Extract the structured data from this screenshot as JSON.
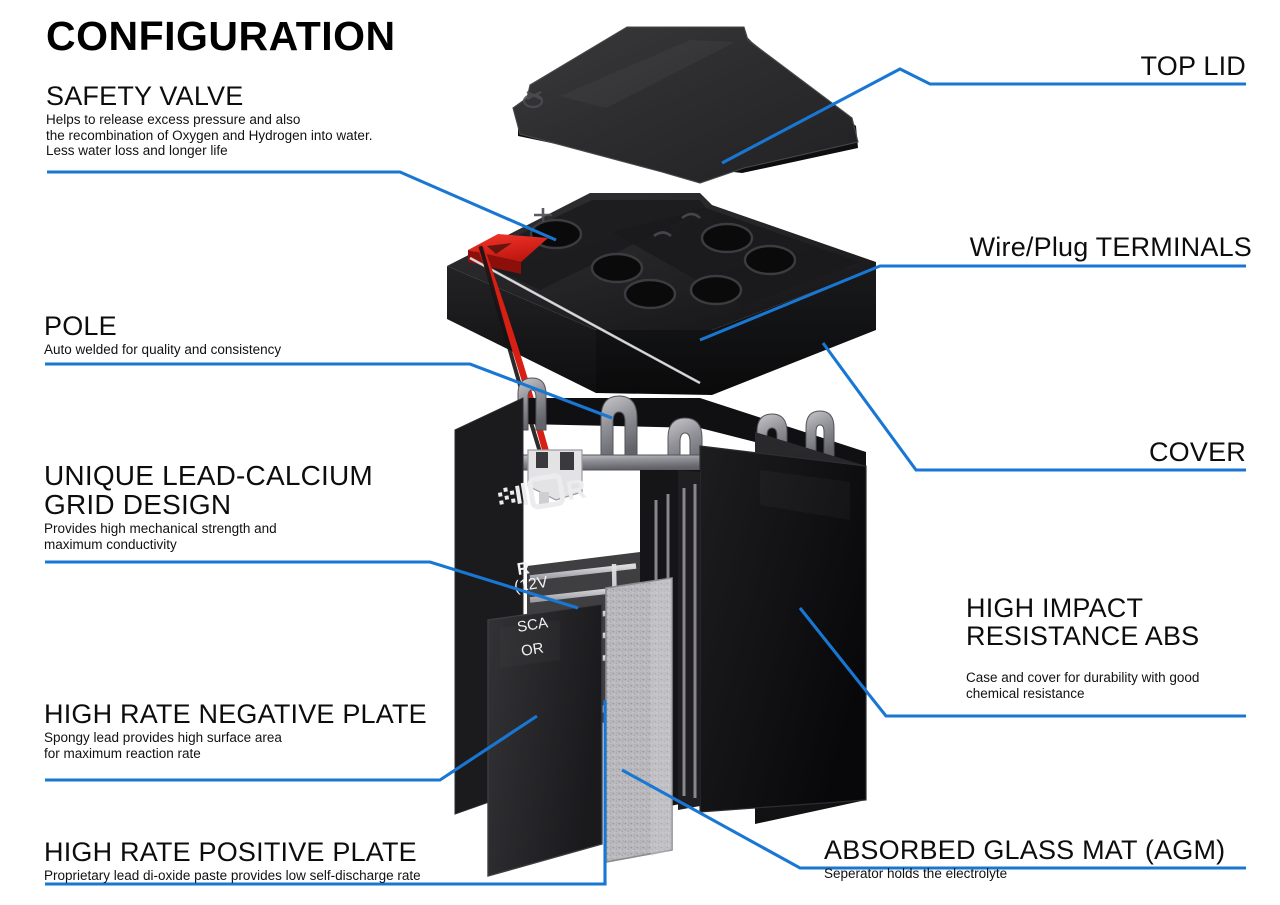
{
  "page_title": "CONFIGURATION",
  "accent_color": "#1977d4",
  "callouts": [
    {
      "id": "safety-valve",
      "title": "SAFETY VALVE",
      "desc": "Helps to release excess pressure and also\nthe recombination of Oxygen and Hydrogen into water.\nLess water loss and longer life"
    },
    {
      "id": "pole",
      "title": "POLE",
      "desc": "Auto welded for quality and consistency"
    },
    {
      "id": "grid-design",
      "title": "UNIQUE LEAD-CALCIUM\nGRID DESIGN",
      "desc": "Provides high mechanical strength and\nmaximum conductivity"
    },
    {
      "id": "negative-plate",
      "title": "HIGH RATE NEGATIVE PLATE",
      "desc": "Spongy lead provides high surface area\nfor maximum reaction rate"
    },
    {
      "id": "positive-plate",
      "title": "HIGH RATE POSITIVE PLATE",
      "desc": "Proprietary lead di-oxide paste provides low self-discharge rate"
    },
    {
      "id": "top-lid",
      "title": "TOP LID",
      "desc": ""
    },
    {
      "id": "terminals",
      "title": "Wire/Plug TERMINALS",
      "desc": ""
    },
    {
      "id": "cover",
      "title": "COVER",
      "desc": ""
    },
    {
      "id": "abs-case",
      "title": "HIGH IMPACT\nRESISTANCE ABS",
      "desc": "Case and cover for durability with good\nchemical resistance"
    },
    {
      "id": "agm",
      "title": "ABSORBED GLASS MAT (AGM)",
      "desc": "Seperator holds the electrolyte"
    }
  ],
  "battery_label": {
    "model": "R",
    "voltage": "(12V",
    "line3": "SCA",
    "line4": "OR"
  }
}
